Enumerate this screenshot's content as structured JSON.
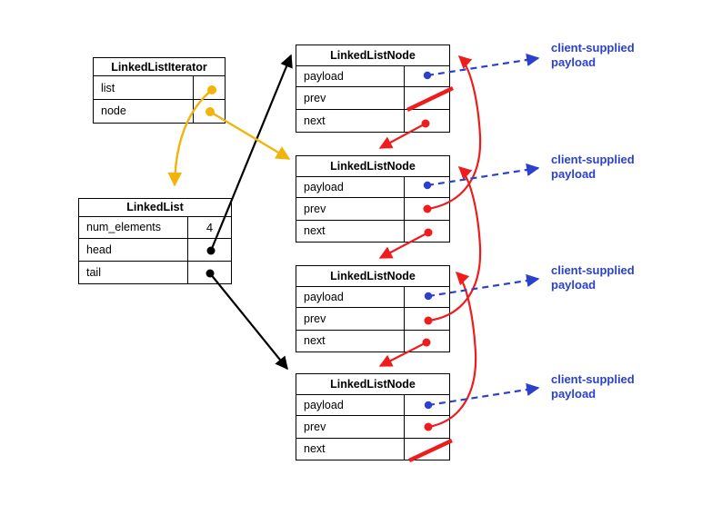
{
  "colors": {
    "background": "#ffffff",
    "box_border": "#000000",
    "arrow_black": "#000000",
    "arrow_red": "#ee1c1c",
    "arrow_yellow": "#f2b40a",
    "arrow_blue": "#2b41cc"
  },
  "iterator_box": {
    "title": "LinkedListIterator",
    "fields": [
      "list",
      "node"
    ]
  },
  "list_box": {
    "title": "LinkedList",
    "fields": [
      {
        "label": "num_elements",
        "value": "4"
      },
      {
        "label": "head",
        "value": ""
      },
      {
        "label": "tail",
        "value": ""
      }
    ]
  },
  "nodes": [
    {
      "title": "LinkedListNode",
      "fields": [
        "payload",
        "prev",
        "next"
      ]
    },
    {
      "title": "LinkedListNode",
      "fields": [
        "payload",
        "prev",
        "next"
      ]
    },
    {
      "title": "LinkedListNode",
      "fields": [
        "payload",
        "prev",
        "next"
      ]
    },
    {
      "title": "LinkedListNode",
      "fields": [
        "payload",
        "prev",
        "next"
      ]
    }
  ],
  "annotations": [
    {
      "line1": "client-supplied",
      "line2": "payload"
    },
    {
      "line1": "client-supplied",
      "line2": "payload"
    },
    {
      "line1": "client-supplied",
      "line2": "payload"
    },
    {
      "line1": "client-supplied",
      "line2": "payload"
    }
  ],
  "pointers": {
    "iterator.list": "LinkedList",
    "iterator.node": "node2",
    "list.head": "node1",
    "list.tail": "node4",
    "node1": {
      "prev": "null",
      "next": "node2"
    },
    "node2": {
      "prev": "node1",
      "next": "node3"
    },
    "node3": {
      "prev": "node2",
      "next": "node4"
    },
    "node4": {
      "prev": "node3",
      "next": "null"
    }
  }
}
